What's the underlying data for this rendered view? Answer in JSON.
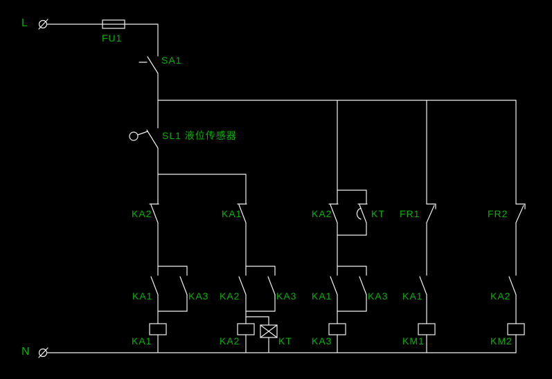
{
  "colors": {
    "background": "#000000",
    "wire": "#f2f2f2",
    "label": "#00b400"
  },
  "terminals": {
    "line": "L",
    "neutral": "N"
  },
  "components": {
    "fuse": "FU1",
    "main_switch": "SA1",
    "level_sensor": "SL1 液位传感器",
    "row1_contacts": [
      "KA2",
      "KA1",
      "KA2",
      "KT",
      "FR1",
      "FR2"
    ],
    "row2_contacts": [
      "KA1",
      "KA3",
      "KA2",
      "KA3",
      "KA1",
      "KA3",
      "KA1",
      "KA2"
    ],
    "coils": [
      "KA1",
      "KA2",
      "KT",
      "KA3",
      "KM1",
      "KM2"
    ]
  }
}
